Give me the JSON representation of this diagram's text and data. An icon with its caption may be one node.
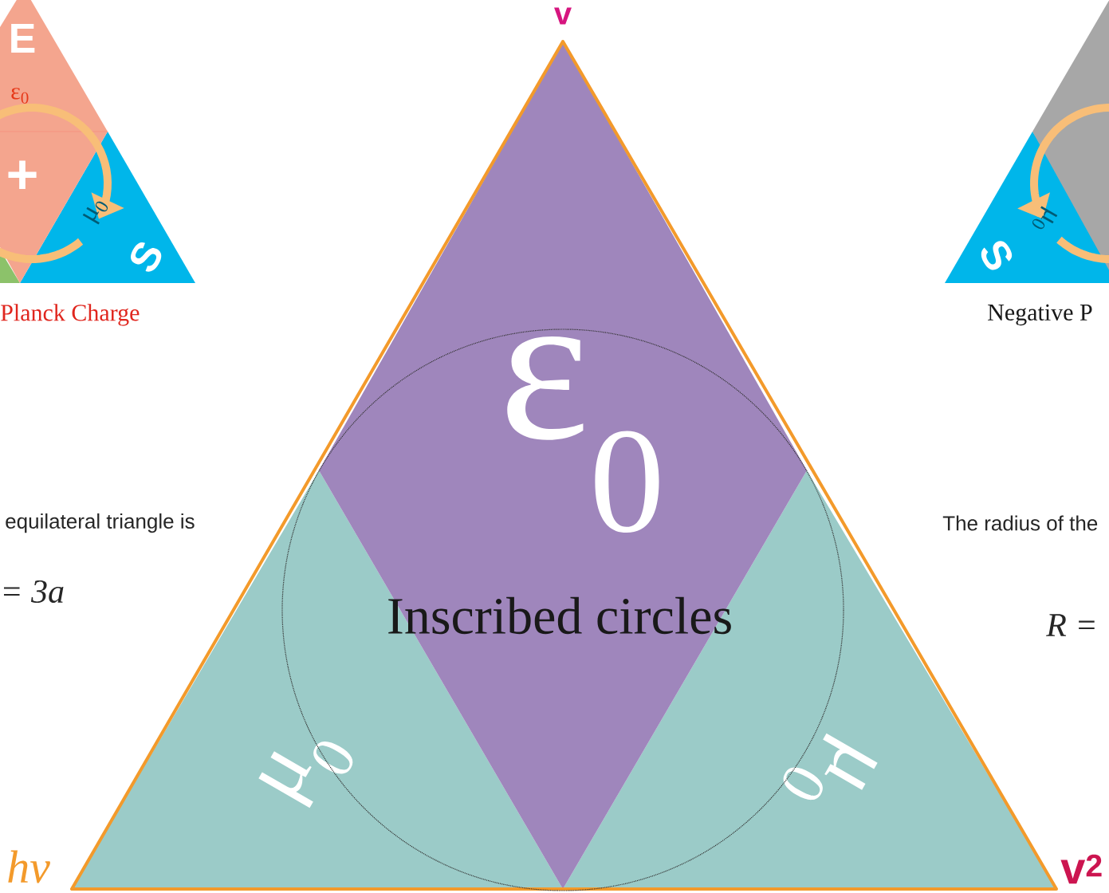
{
  "diagram": {
    "nodes": [
      {
        "text": [
          "ε$_{0}$",
          "Inscribed circles"
        ]
      },
      {
        "text": [
          "μ$_{0}$"
        ]
      },
      {
        "text": [
          "μ$_{0}$"
        ]
      },
      {
        "text": [
          "E",
          "ε$_{0}$",
          "+",
          "μ$_{0}$",
          "S"
        ],
        "beside": [
          "Planck Charge"
        ]
      },
      {
        "text": [
          "μ$_{0}$",
          "S"
        ],
        "beside": [
          "Negative P"
        ]
      }
    ],
    "labels": [
      "v",
      "equilateral triangle is",
      "The radius of the",
      "= 3a",
      "R =",
      "hv",
      "v$^{2}$"
    ]
  }
}
